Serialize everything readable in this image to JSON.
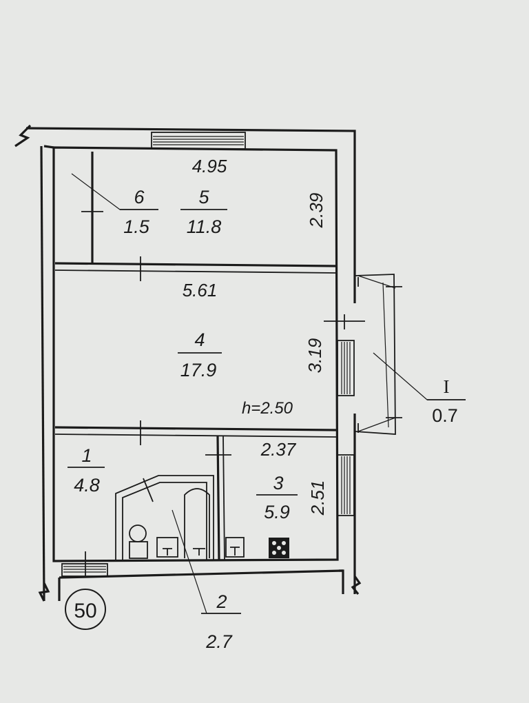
{
  "rooms": [
    {
      "number": "6",
      "area": "1.5"
    },
    {
      "number": "5",
      "area": "11.8"
    },
    {
      "number": "4",
      "area": "17.9"
    },
    {
      "number": "1",
      "area": "4.8"
    },
    {
      "number": "3",
      "area": "5.9"
    },
    {
      "number": "2",
      "area": "2.7"
    },
    {
      "number": "I",
      "area": "0.7"
    }
  ],
  "dimensions": {
    "room5_width": "4.95",
    "room5_depth": "2.39",
    "room4_width": "5.61",
    "room4_depth": "3.19",
    "room3_width": "2.37",
    "room3_depth": "2.51"
  },
  "ceiling_height": "h=2.50",
  "section_marker": "50"
}
